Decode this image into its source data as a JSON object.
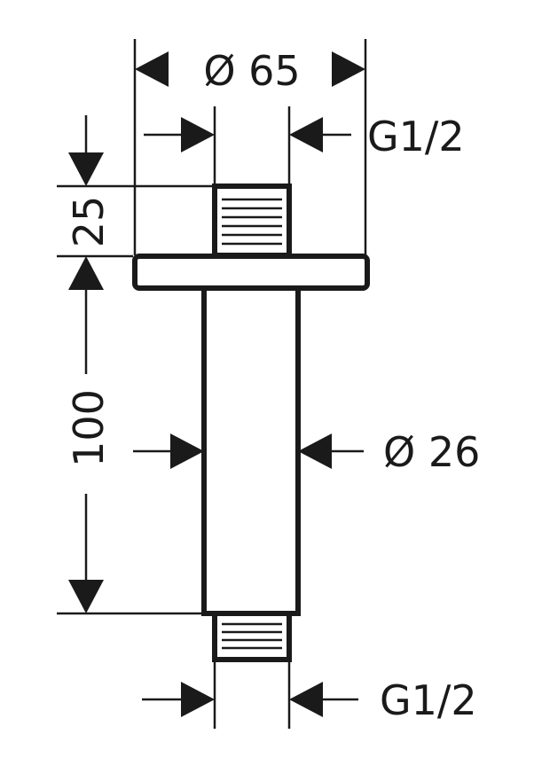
{
  "dimensions": {
    "flange_diameter": "Ø 65",
    "top_thread": "G1/2",
    "top_thread_length": "25",
    "pipe_length": "100",
    "pipe_diameter": "Ø 26",
    "bottom_thread": "G1/2"
  },
  "colors": {
    "line": "#1a1a1a",
    "background": "#ffffff"
  }
}
